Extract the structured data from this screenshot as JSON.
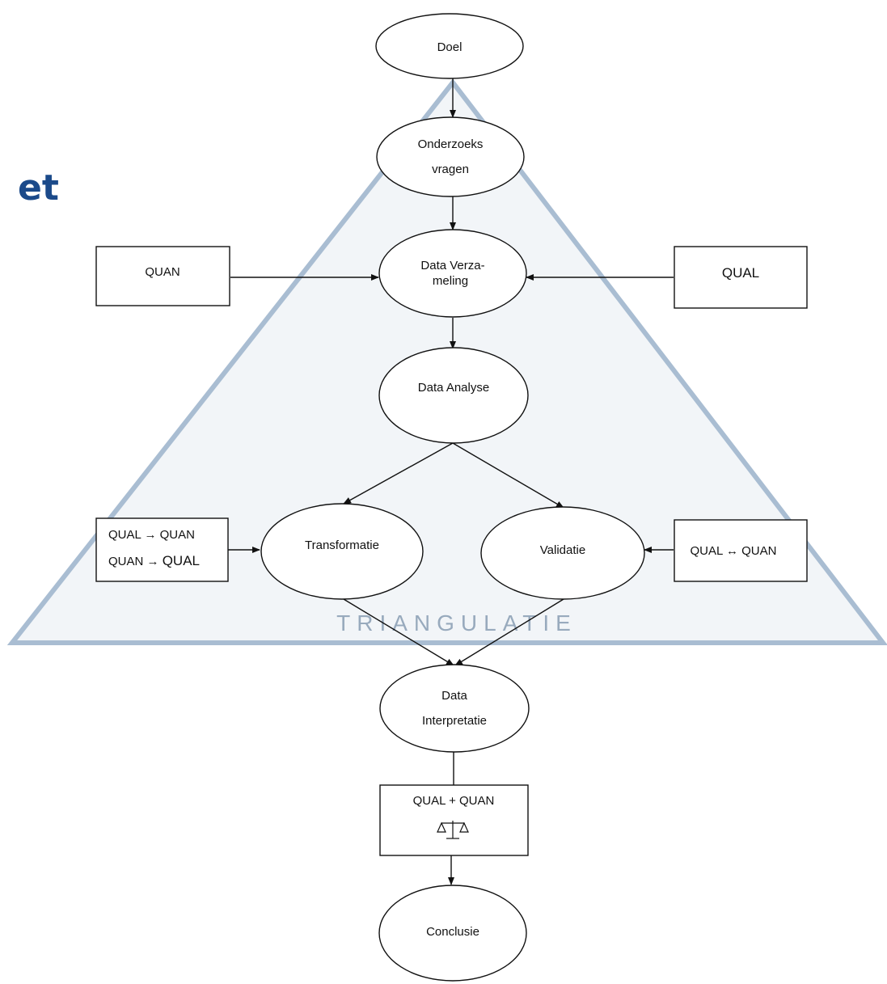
{
  "title_fragment": "et",
  "colors": {
    "title": "#1b4a8a",
    "triangle_fill": "#f2f5f8",
    "triangle_stroke": "#a9bdd2",
    "triangle_label": "#98aabd",
    "stroke": "#111111"
  },
  "triangle_label": "TRIANGULATIE",
  "nodes": {
    "doel": [
      "Doel"
    ],
    "onderzoeksvragen": [
      "Onderzoeks",
      "vragen"
    ],
    "data_verzameling": [
      "Data Verza-",
      "meling"
    ],
    "data_analyse": [
      "Data Analyse"
    ],
    "transformatie": [
      "Transformatie"
    ],
    "validatie": [
      "Validatie"
    ],
    "data_interpretatie": [
      "Data",
      "Interpretatie"
    ],
    "conclusie": [
      "Conclusie"
    ]
  },
  "boxes": {
    "quan": "QUAN",
    "qual": "QUAL",
    "transform_input": {
      "line1": "QUAL → QUAN",
      "line2_prefix": "QUAN → ",
      "line2_suffix": "QUAL"
    },
    "validation_input": "QUAL ↔ QUAN",
    "synthesis": "QUAL + QUAN",
    "synthesis_icon": "scales-icon"
  }
}
